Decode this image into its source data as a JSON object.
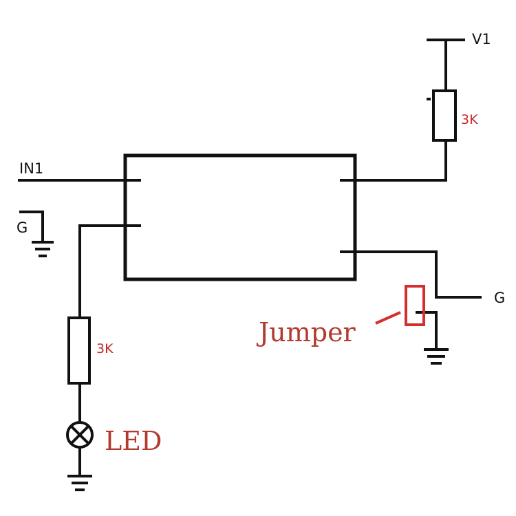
{
  "labels": {
    "v1": "V1",
    "in1": "IN1",
    "g_left": "G",
    "g_right": "G",
    "resistor_top": "3K",
    "resistor_bottom": "3K",
    "jumper": "Jumper",
    "led": "LED"
  },
  "colors": {
    "wire": "#111111",
    "annotation_red": "#c62828",
    "jumper_red": "#d32f2f"
  }
}
